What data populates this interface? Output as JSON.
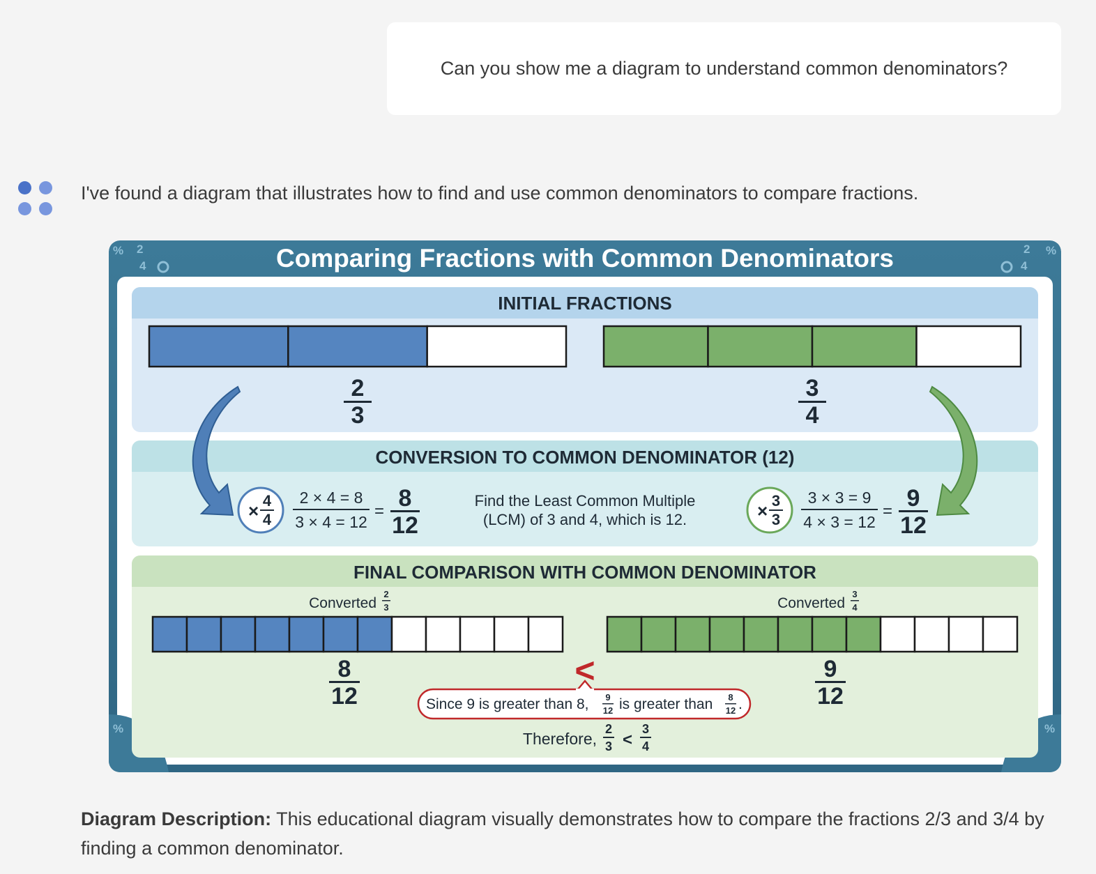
{
  "user_message": "Can you show me a diagram to understand common denominators?",
  "assistant": {
    "intro": "I've found a diagram that illustrates how to find and use common denominators to compare fractions.",
    "description_label": "Diagram Description:",
    "description_text": " This educational diagram visually demonstrates how to compare the fractions 2/3 and 3/4 by finding a common denominator."
  },
  "diagram": {
    "title": "Comparing Fractions with Common Denominators",
    "initial": {
      "heading": "INITIAL FRACTIONS",
      "left": {
        "numerator": "2",
        "denominator": "3",
        "parts": 3,
        "filled": 2
      },
      "right": {
        "numerator": "3",
        "denominator": "4",
        "parts": 4,
        "filled": 3
      }
    },
    "conversion": {
      "heading": "CONVERSION TO COMMON DENOMINATOR (12)",
      "left": {
        "mult_sign": "×",
        "mult_num": "4",
        "mult_den": "4",
        "eq_top": "2 × 4 = 8",
        "eq_bottom": "3 × 4 = 12",
        "equals": "=",
        "result_num": "8",
        "result_den": "12"
      },
      "right": {
        "mult_sign": "×",
        "mult_num": "3",
        "mult_den": "3",
        "eq_top": "3 × 3 = 9",
        "eq_bottom": "4 × 3 = 12",
        "equals": "=",
        "result_num": "9",
        "result_den": "12"
      },
      "lcm_line1": "Find the Least Common Multiple",
      "lcm_line2": "(LCM) of 3 and 4, which is 12."
    },
    "final": {
      "heading": "FINAL COMPARISON WITH COMMON DENOMINATOR",
      "left": {
        "label": "Converted",
        "label_num": "2",
        "label_den": "3",
        "numerator": "8",
        "denominator": "12",
        "parts": 12,
        "filled": 7
      },
      "right": {
        "label": "Converted",
        "label_num": "3",
        "label_den": "4",
        "numerator": "9",
        "denominator": "12",
        "parts": 12,
        "filled": 8
      },
      "comparison_symbol": "<",
      "since_a": "Since 9 is greater than 8,",
      "since_f1_num": "9",
      "since_f1_den": "12",
      "since_b": "is greater than",
      "since_f2_num": "8",
      "since_f2_den": "12",
      "since_end": ".",
      "therefore": "Therefore,",
      "therefore_f1_num": "2",
      "therefore_f1_den": "3",
      "therefore_symbol": "<",
      "therefore_f2_num": "3",
      "therefore_f2_den": "4"
    },
    "corner_deco": {
      "num": "2",
      "den": "4",
      "percent": "%"
    }
  },
  "colors": {
    "blue_fill": "#5585c0",
    "green_fill": "#7bb06b",
    "frame": "#3f7f9c",
    "red": "#c0282a",
    "icon_dot_dark": "#4a72c8",
    "icon_dot_light": "#7896de"
  }
}
